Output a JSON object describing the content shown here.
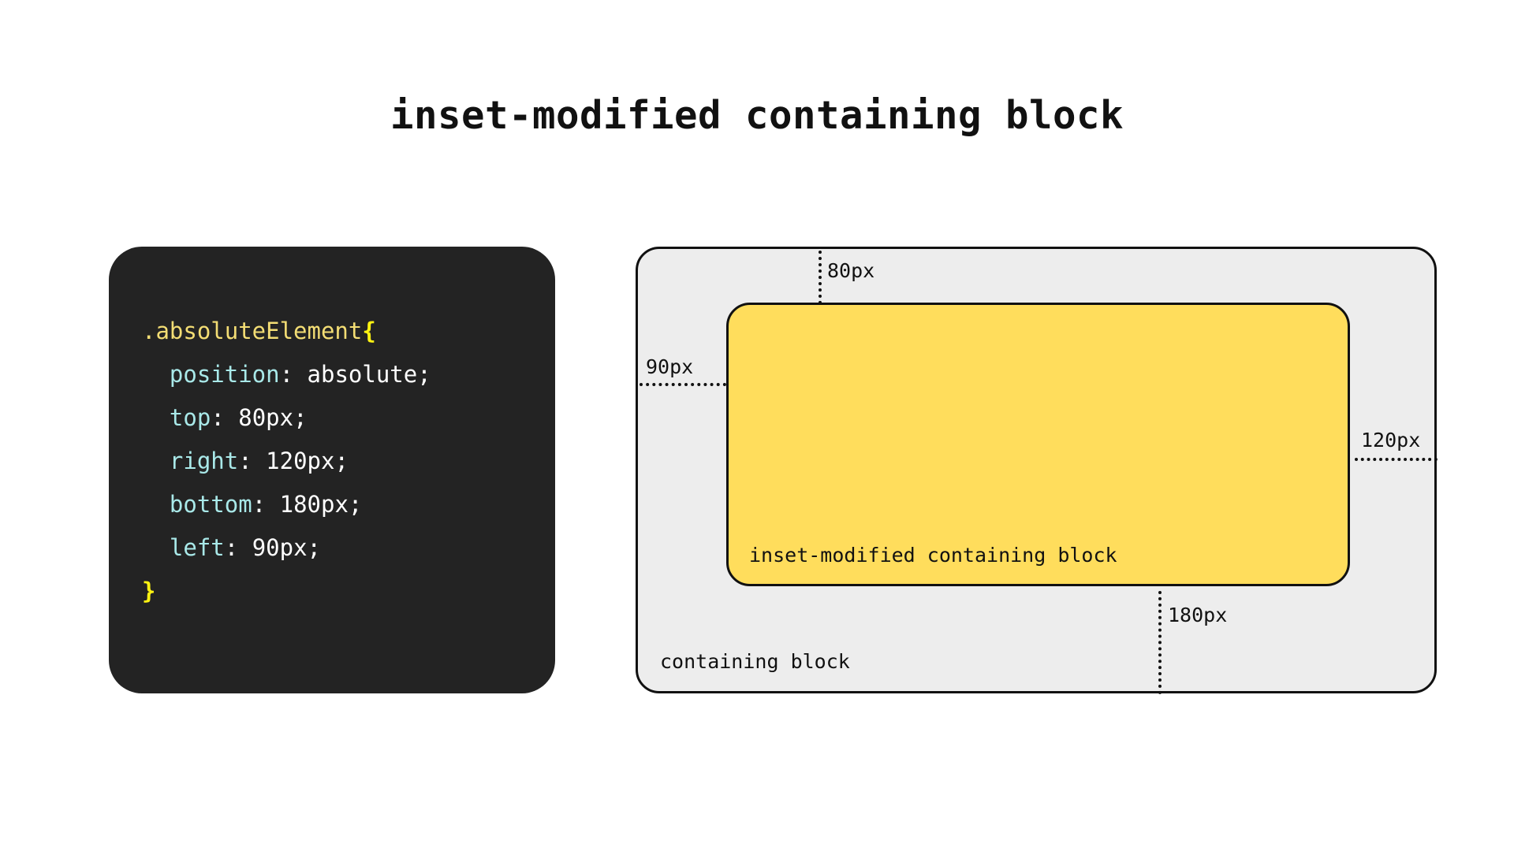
{
  "page": {
    "title": "inset-modified containing block",
    "background_color": "#ffffff"
  },
  "code_panel": {
    "background_color": "#232323",
    "selector": ".absoluteElement",
    "open_brace": "{",
    "close_brace": "}",
    "colors": {
      "selector": "#f3dd74",
      "brace": "#fff312",
      "property": "#a9e9e9",
      "value": "#ffffff"
    },
    "declarations": [
      {
        "property": "position",
        "separator": ": ",
        "value": "absolute;"
      },
      {
        "property": "top",
        "separator": ": ",
        "value": "80px;"
      },
      {
        "property": "right",
        "separator": ": ",
        "value": "120px;"
      },
      {
        "property": "bottom",
        "separator": ": ",
        "value": "180px;"
      },
      {
        "property": "left",
        "separator": ": ",
        "value": "90px;"
      }
    ]
  },
  "diagram": {
    "containing_block": {
      "label": "containing block",
      "fill": "#ededed",
      "stroke": "#111111"
    },
    "inset_modified_block": {
      "label": "inset-modified containing block",
      "fill": "#ffdd5c",
      "stroke": "#111111"
    },
    "measurements": [
      {
        "name": "top",
        "label": "80px",
        "orientation": "vertical"
      },
      {
        "name": "left",
        "label": "90px",
        "orientation": "horizontal"
      },
      {
        "name": "right",
        "label": "120px",
        "orientation": "horizontal"
      },
      {
        "name": "bottom",
        "label": "180px",
        "orientation": "vertical"
      }
    ]
  }
}
